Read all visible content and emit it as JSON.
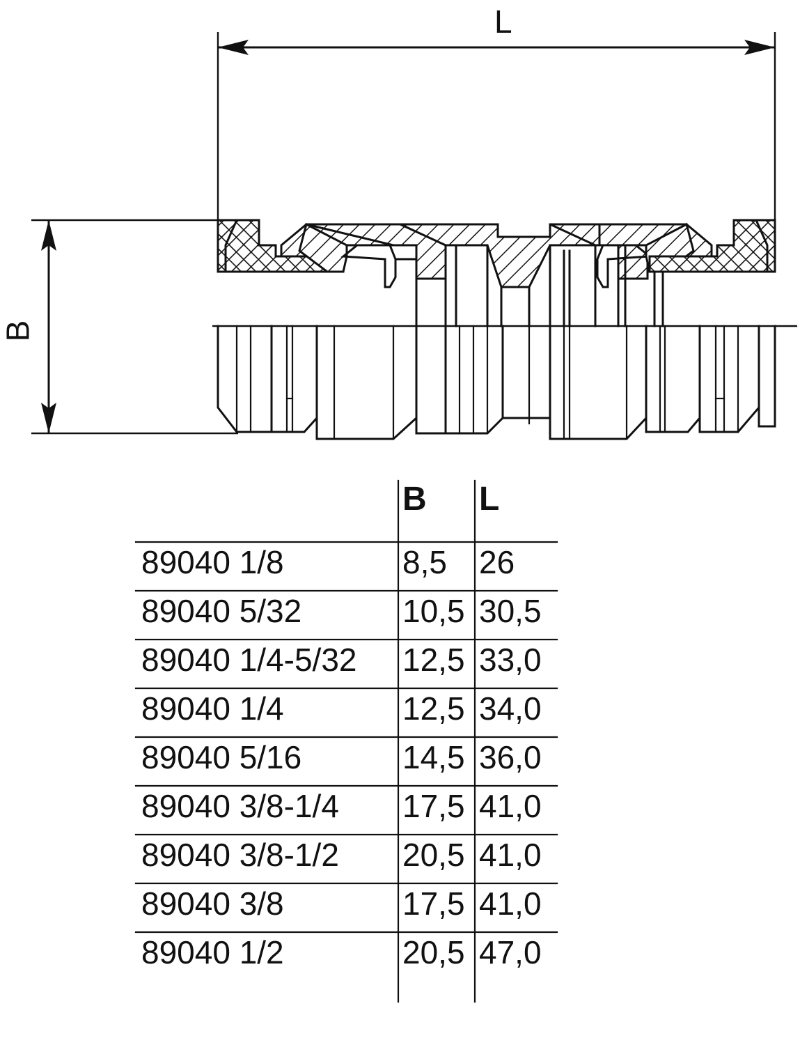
{
  "drawing": {
    "type": "technical-cross-section",
    "description": "Cross-sectional view of a straight push-in tube coupling (union connector)",
    "dimension_labels": {
      "length": "L",
      "width": "B"
    },
    "dimension_lines": [
      {
        "name": "L",
        "orientation": "horizontal",
        "label": "L"
      },
      {
        "name": "B",
        "orientation": "vertical",
        "label": "B"
      }
    ]
  },
  "table": {
    "columns": [
      "",
      "B",
      "L"
    ],
    "headers": {
      "model": "",
      "b": "B",
      "l": "L"
    },
    "rows": [
      {
        "model": "89040 1/8",
        "b": "8,5",
        "l": "26"
      },
      {
        "model": "89040 5/32",
        "b": "10,5",
        "l": "30,5"
      },
      {
        "model": "89040 1/4-5/32",
        "b": "12,5",
        "l": "33,0"
      },
      {
        "model": "89040 1/4",
        "b": "12,5",
        "l": "34,0"
      },
      {
        "model": "89040 5/16",
        "b": "14,5",
        "l": "36,0"
      },
      {
        "model": "89040 3/8-1/4",
        "b": "17,5",
        "l": "41,0"
      },
      {
        "model": "89040 3/8-1/2",
        "b": "20,5",
        "l": "41,0"
      },
      {
        "model": "89040 3/8",
        "b": "17,5",
        "l": "41,0"
      },
      {
        "model": "89040 1/2",
        "b": "20,5",
        "l": "47,0"
      }
    ]
  },
  "colors": {
    "ink": "#111111",
    "background": "#ffffff"
  }
}
